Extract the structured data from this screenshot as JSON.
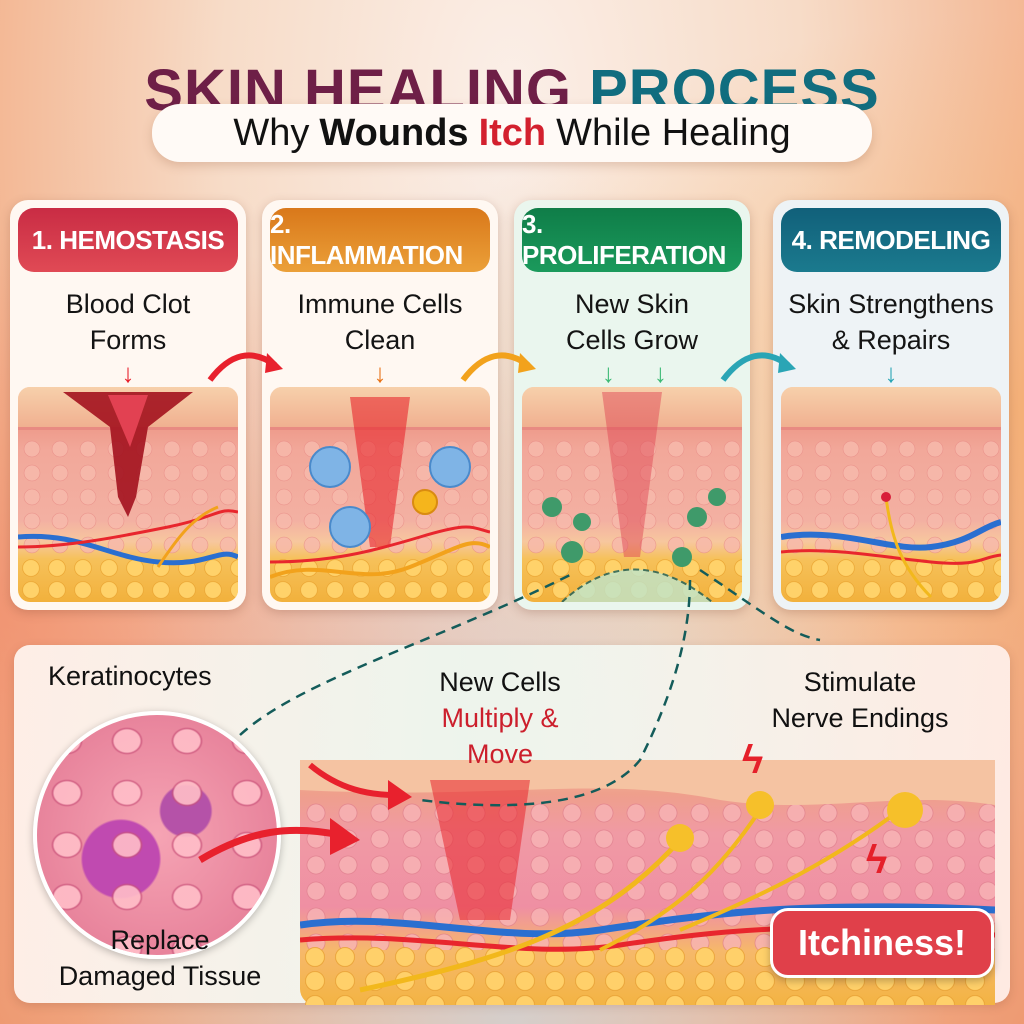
{
  "header": {
    "title_part1": "SKIN HEALING",
    "title_part2": "PROCESS",
    "subtitle_why": "Why",
    "subtitle_wounds": "Wounds",
    "subtitle_itch": "Itch",
    "subtitle_rest": "While Healing"
  },
  "stages": [
    {
      "label": "1. HEMOSTASIS",
      "desc_line1": "Blood Clot",
      "desc_line2": "Forms",
      "color": "#d1364a",
      "arrow_color": "#e8212d"
    },
    {
      "label": "2. INFLAMMATION",
      "desc_line1": "Immune Cells",
      "desc_line2": "Clean",
      "color": "#e0861f",
      "arrow_color": "#e87318"
    },
    {
      "label": "3. PROLIFERATION",
      "desc_line1": "New Skin",
      "desc_line2": "Cells Grow",
      "color": "#15884f",
      "arrow_color": "#3dba75"
    },
    {
      "label": "4. REMODELING",
      "desc_line1": "Skin Strengthens",
      "desc_line2": "& Repairs",
      "color": "#146c80",
      "arrow_color": "#2aa5b5"
    }
  ],
  "flow_arrows": [
    {
      "from": 1,
      "to": 2,
      "color": "#e8212d"
    },
    {
      "from": 2,
      "to": 3,
      "color": "#f2a21c"
    },
    {
      "from": 3,
      "to": 4,
      "color": "#2aa5b5"
    }
  ],
  "detail": {
    "keratinocytes": "Keratinocytes",
    "replace_line1": "Replace",
    "replace_line2": "Damaged Tissue",
    "new_cells": "New Cells",
    "multiply": "Multiply & Move",
    "stimulate": "Stimulate",
    "nerve_endings": "Nerve Endings",
    "itchiness": "Itchiness!"
  },
  "colors": {
    "title_primary": "#6e1f47",
    "title_secondary": "#116d7f",
    "itch_red": "#d3202e",
    "badge_red": "#e0404a"
  }
}
